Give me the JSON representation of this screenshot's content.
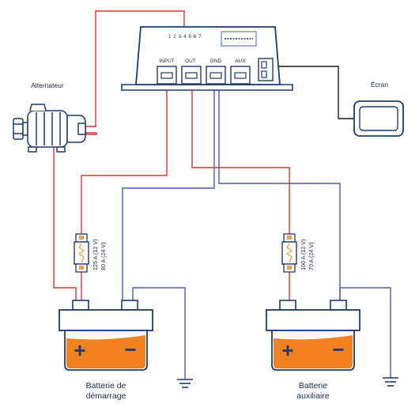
{
  "colors": {
    "navy": "#1f3a6e",
    "red": "#e23232",
    "blue_wire": "#4a5fa8",
    "orange": "#f28121",
    "fuse_orange": "#f0a04a",
    "black": "#1a1a1a",
    "white": "#ffffff"
  },
  "device": {
    "dip_numbers": "1 2 3 4 5 6 7",
    "ports": {
      "input": "INPUT",
      "out": "OUT",
      "gnd": "GND",
      "aux": "AUX"
    }
  },
  "labels": {
    "alternator": "Alternateur",
    "screen": "Écran",
    "starter_battery_line1": "Batterie de",
    "starter_battery_line2": "démarrage",
    "aux_battery_line1": "Batterie",
    "aux_battery_line2": "auxiliaire"
  },
  "fuses": {
    "left_line1": "125 A (12 V)",
    "left_line2": "80 A (24 V)",
    "right_line1": "100 A (12 V)",
    "right_line2": "70 A (24 V)"
  },
  "icons": {
    "plus": "+",
    "minus": "−"
  }
}
